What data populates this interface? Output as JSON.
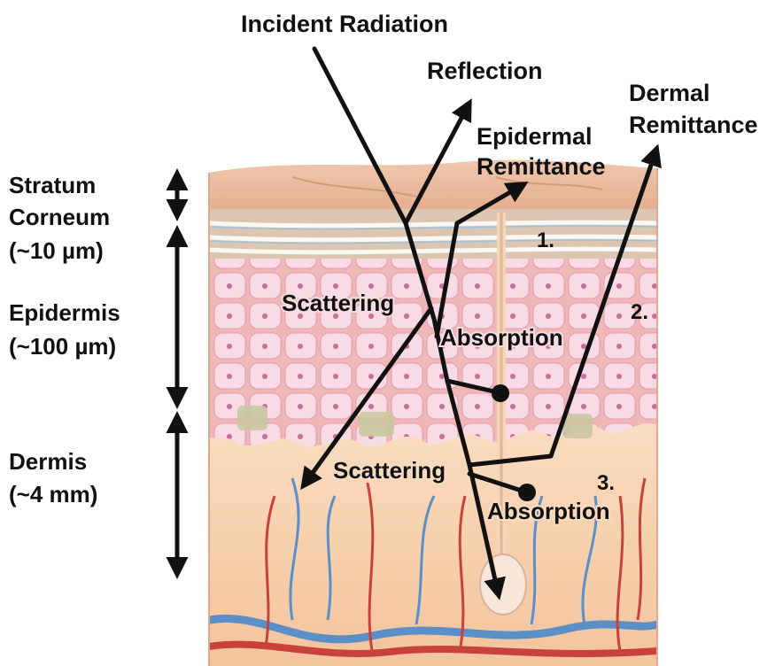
{
  "labels": {
    "incident_radiation": "Incident Radiation",
    "reflection": "Reflection",
    "epidermal_remittance_line1": "Epidermal",
    "epidermal_remittance_line2": "Remittance",
    "dermal_remittance_line1": "Dermal",
    "dermal_remittance_line2": "Remittance",
    "scattering_epidermis": "Scattering",
    "absorption_epidermis": "Absorption",
    "scattering_dermis": "Scattering",
    "absorption_dermis": "Absorption",
    "marker_1": "1.",
    "marker_2": "2.",
    "marker_3": "3."
  },
  "layers": [
    {
      "name_line1": "Stratum",
      "name_line2": "Corneum",
      "thickness": "(~10 µm)"
    },
    {
      "name_line1": "Epidermis",
      "thickness": "(~100 µm)"
    },
    {
      "name_line1": "Dermis",
      "thickness": "(~4 mm)"
    }
  ],
  "colors": {
    "arrow": "#111111",
    "skin_top": "#e8b99a",
    "corneum": "#dcc8b4",
    "epidermis": "#f2c7c4",
    "cell": "#f8d9e3",
    "dermis": "#f7d0ad",
    "artery": "#c8413c",
    "vein": "#5b8fc8"
  }
}
